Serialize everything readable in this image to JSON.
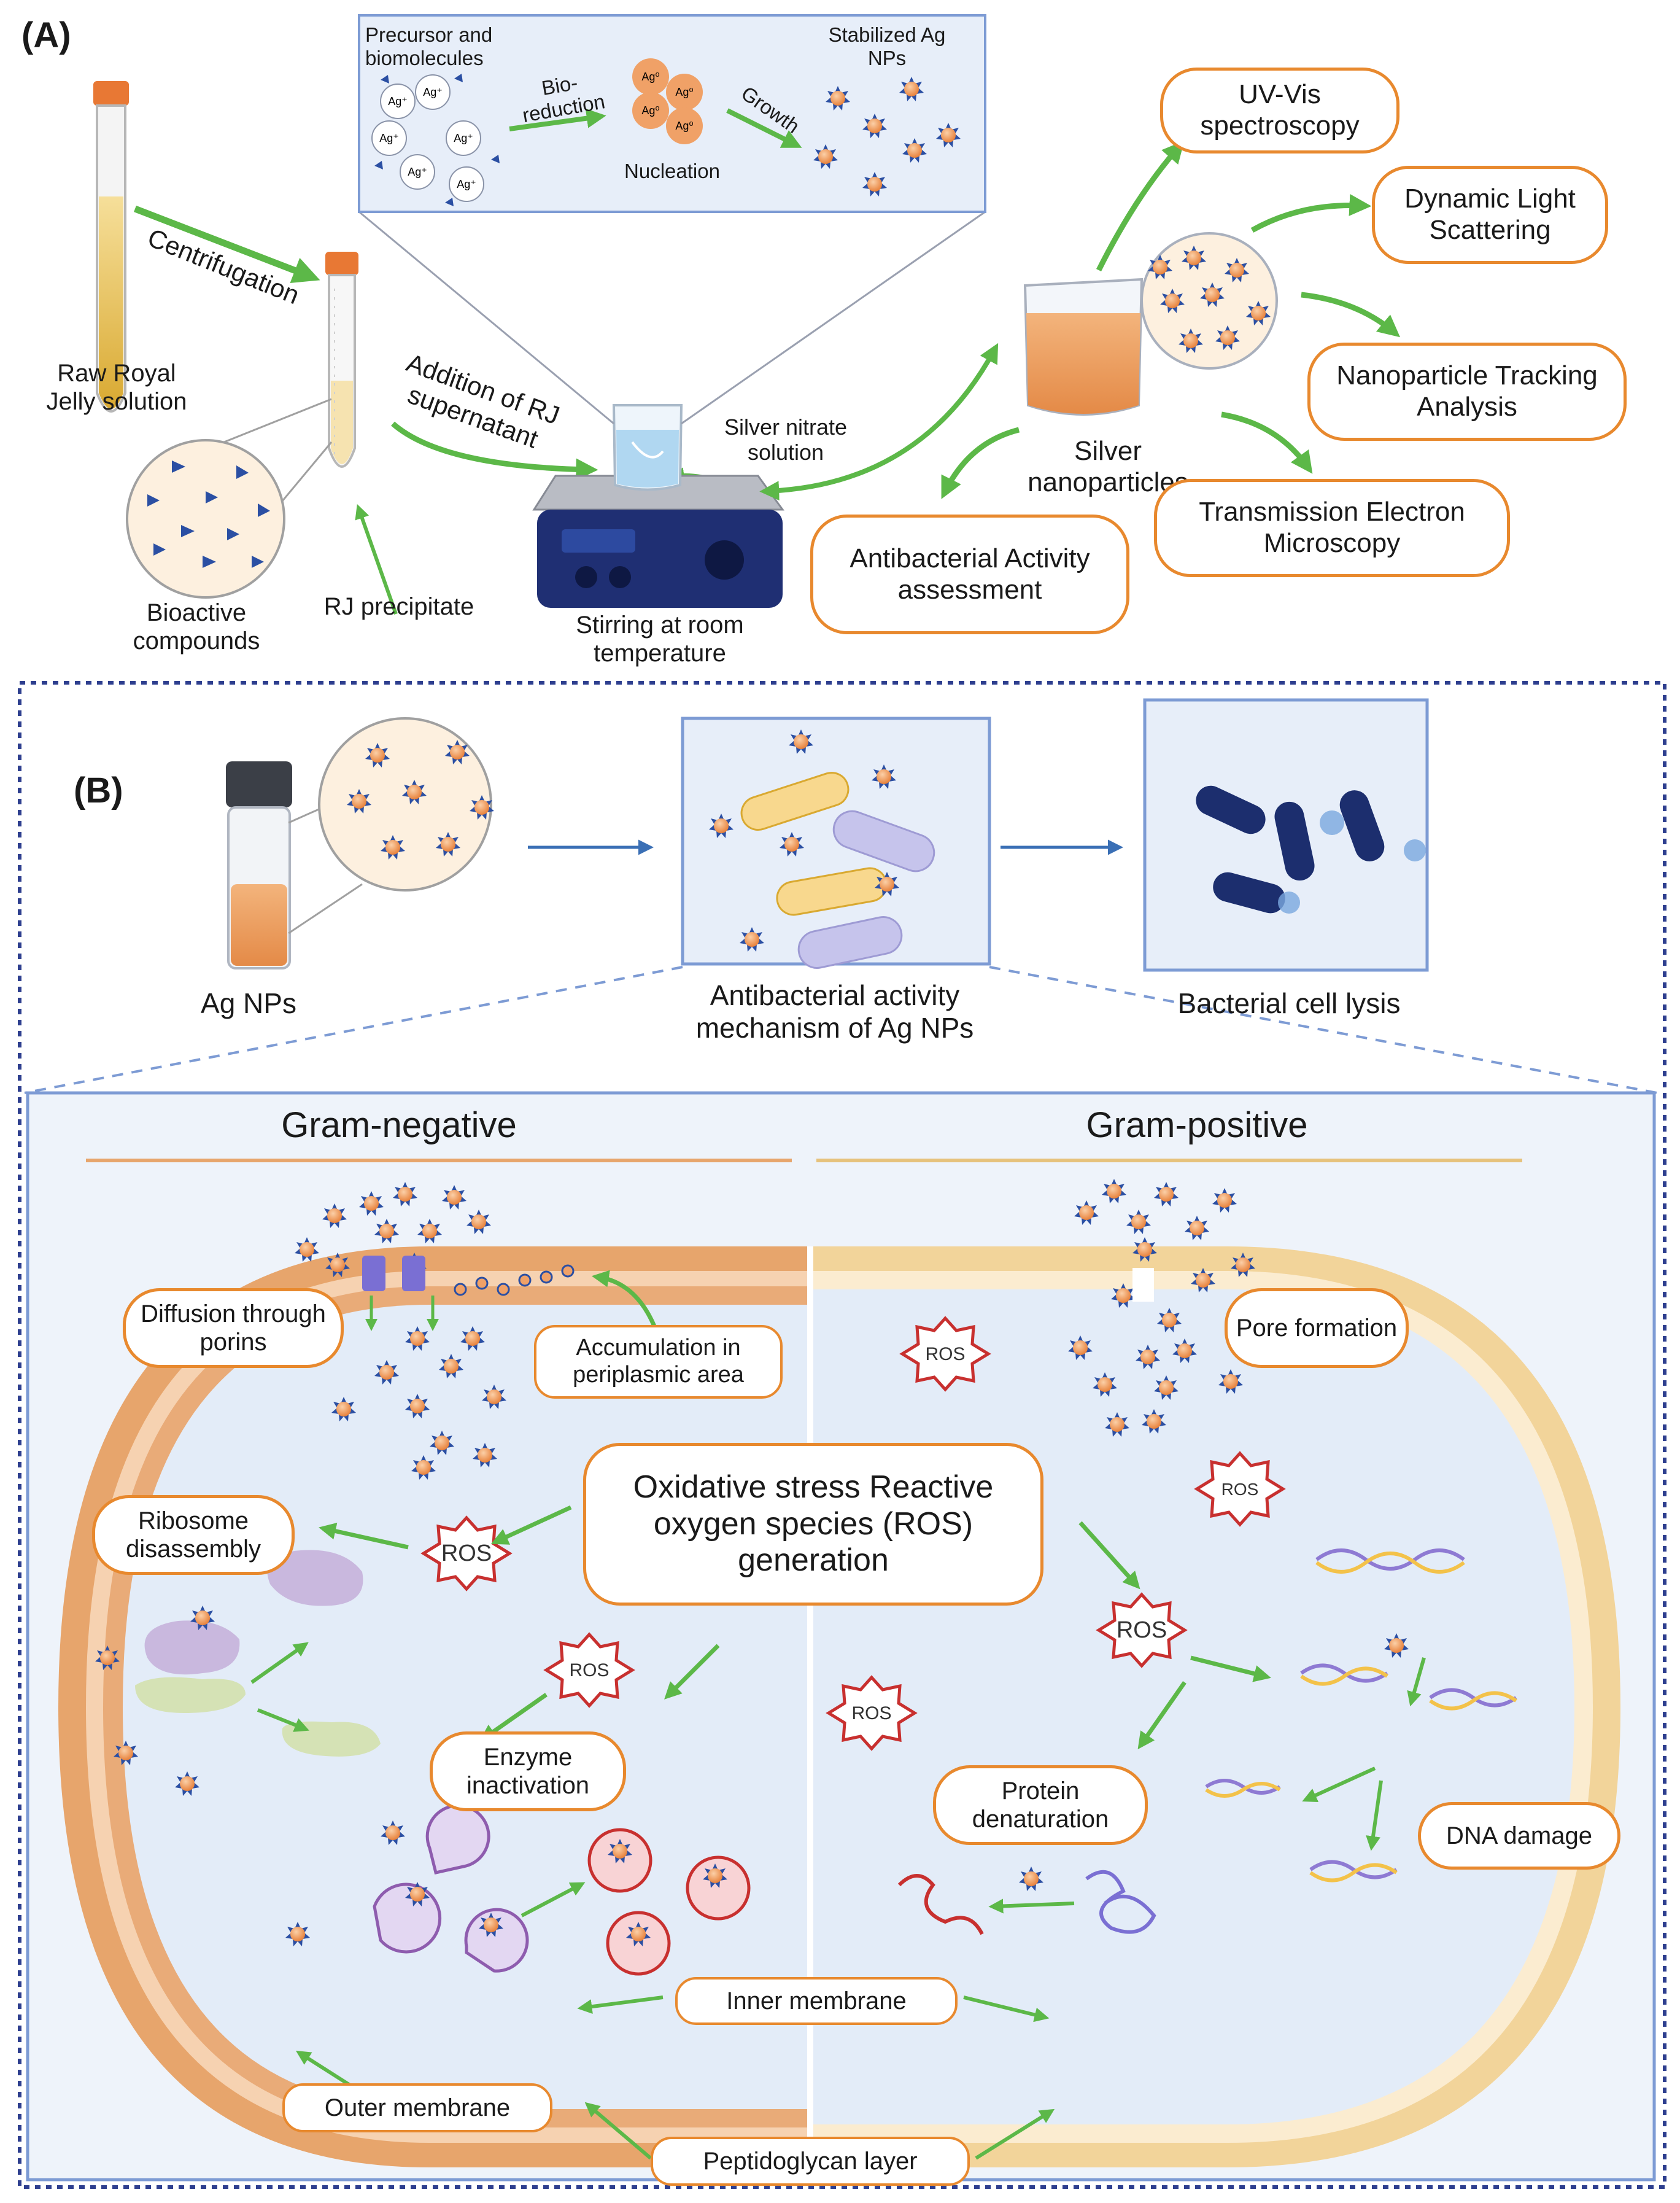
{
  "panel_a": {
    "tag": "(A)",
    "raw_rj": "Raw Royal Jelly solution",
    "centrifugation": "Centrifugation",
    "bioactive": "Bioactive compounds",
    "rj_precipitate": "RJ precipitate",
    "addition": "Addition of RJ supernatant",
    "silver_nitrate": "Silver nitrate solution",
    "stirring": "Stirring at room temperature",
    "inset": {
      "precursor": "Precursor and biomolecules",
      "bioreduction": "Bio-reduction",
      "nucleation": "Nucleation",
      "growth": "Growth",
      "stabilized": "Stabilized Ag NPs",
      "ag_ion": "Ag⁺",
      "ag_zero": "Ag⁰"
    },
    "silver_np": "Silver nanoparticles",
    "characterization": [
      "UV-Vis spectroscopy",
      "Dynamic Light Scattering",
      "Nanoparticle Tracking Analysis",
      "Transmission Electron Microscopy",
      "Antibacterial Activity assessment"
    ]
  },
  "panel_b": {
    "tag": "(B)",
    "ag_nps": "Ag NPs",
    "mechanism": "Antibacterial activity mechanism of Ag NPs",
    "lysis": "Bacterial cell lysis",
    "gram_negative": "Gram-negative",
    "gram_positive": "Gram-positive",
    "diffusion": "Diffusion through porins",
    "accumulation": "Accumulation in periplasmic area",
    "pore": "Pore formation",
    "oxidative": "Oxidative stress Reactive oxygen species (ROS) generation",
    "ribosome": "Ribosome disassembly",
    "enzyme": "Enzyme inactivation",
    "protein": "Protein denaturation",
    "dna": "DNA damage",
    "inner_membrane": "Inner membrane",
    "outer_membrane": "Outer membrane",
    "peptidoglycan": "Peptidoglycan layer",
    "ros": "ROS"
  },
  "colors": {
    "arrow_green": "#5cb848",
    "box_orange": "#e8892e",
    "np_orange": "#f0a167",
    "np_blue": "#2b4fa3",
    "panel_blue": "#7d9bd4",
    "dotted_navy": "#2e3f8f",
    "cell_fill": "#e3ecf8",
    "membrane_neg": "#e7a56c",
    "membrane_pos": "#f2d49a",
    "ros_red": "#c8302f"
  }
}
